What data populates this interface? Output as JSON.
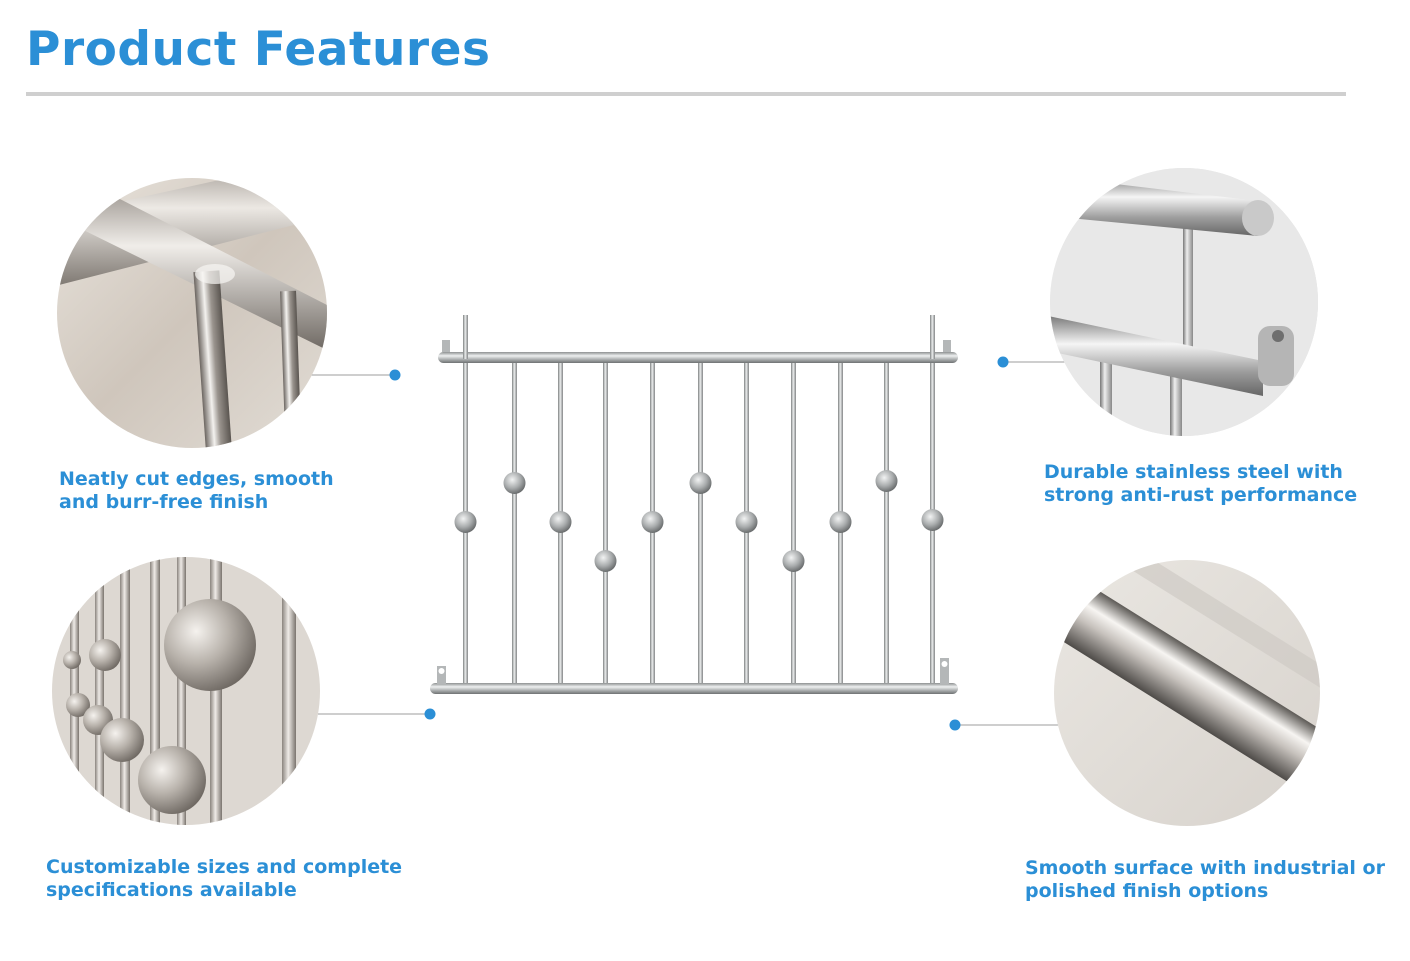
{
  "header": {
    "title": "Product Features"
  },
  "colors": {
    "accent": "#2b8fd6",
    "rule": "#cfcfcf",
    "connector": "#9e9e9e",
    "steel": "#b9bcbd"
  },
  "main_image": {
    "subject": "stainless steel window railing with decorative balls"
  },
  "features": [
    {
      "id": "edges",
      "lines": [
        "Neatly cut edges, smooth",
        "and burr-free finish"
      ],
      "photo_subject": "close-up of welded rail corner"
    },
    {
      "id": "rust",
      "lines": [
        "Durable stainless steel with",
        "strong anti-rust performance"
      ],
      "photo_subject": "close-up of rail end cap and mounting bracket"
    },
    {
      "id": "sizes",
      "lines": [
        "Customizable sizes and complete",
        "specifications available"
      ],
      "photo_subject": "close-up of decorative steel balls on bars"
    },
    {
      "id": "surface",
      "lines": [
        "Smooth surface with industrial or",
        "polished finish options"
      ],
      "photo_subject": "close-up of polished steel tube"
    }
  ]
}
